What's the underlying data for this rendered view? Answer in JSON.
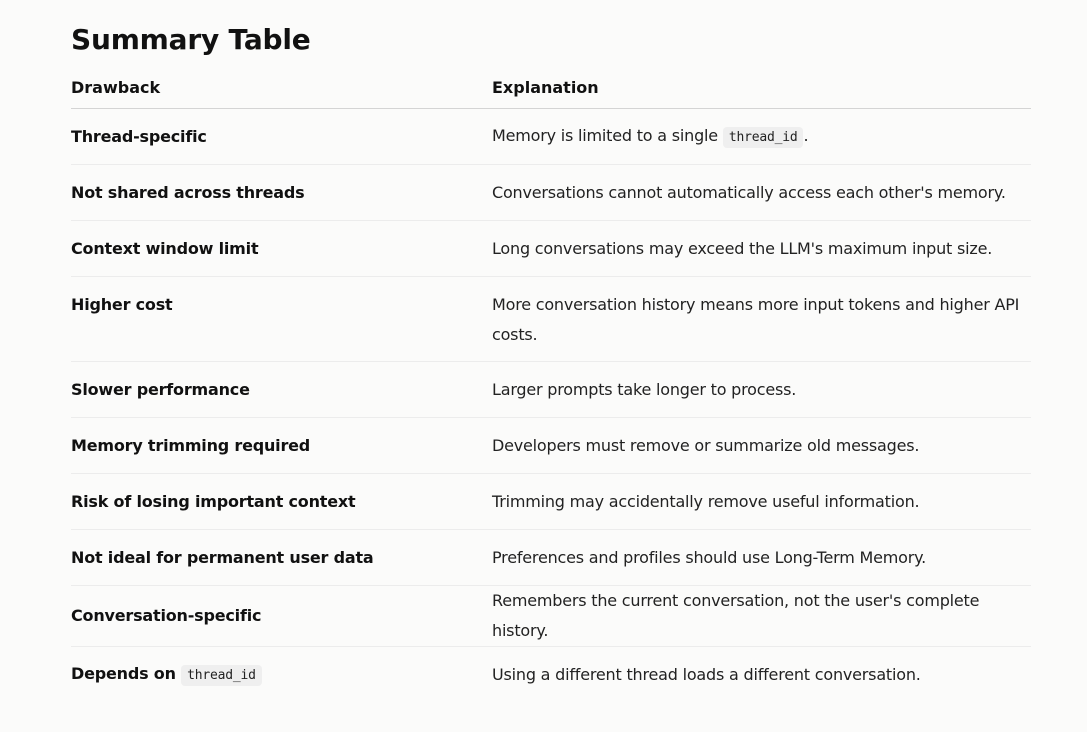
{
  "heading": "Summary Table",
  "columns": {
    "drawback": "Drawback",
    "explanation": "Explanation"
  },
  "rows": [
    {
      "drawback": "Thread-specific",
      "explanation": "Memory is limited to a single ",
      "explanation_code": "thread_id",
      "explanation_after": "."
    },
    {
      "drawback": "Not shared across threads",
      "explanation": "Conversations cannot automatically access each other's memory."
    },
    {
      "drawback": "Context window limit",
      "explanation": "Long conversations may exceed the LLM's maximum input size."
    },
    {
      "drawback": "Higher cost",
      "explanation": "More conversation history means more input tokens and higher API costs."
    },
    {
      "drawback": "Slower performance",
      "explanation": "Larger prompts take longer to process."
    },
    {
      "drawback": "Memory trimming required",
      "explanation": "Developers must remove or summarize old messages."
    },
    {
      "drawback": "Risk of losing important context",
      "explanation": "Trimming may accidentally remove useful information."
    },
    {
      "drawback": "Not ideal for permanent user data",
      "explanation": "Preferences and profiles should use Long-Term Memory."
    },
    {
      "drawback": "Conversation-specific",
      "explanation": "Remembers the current conversation, not the user's complete history."
    },
    {
      "drawback": "Depends on ",
      "drawback_code": "thread_id",
      "explanation": "Using a different thread loads a different conversation."
    }
  ]
}
